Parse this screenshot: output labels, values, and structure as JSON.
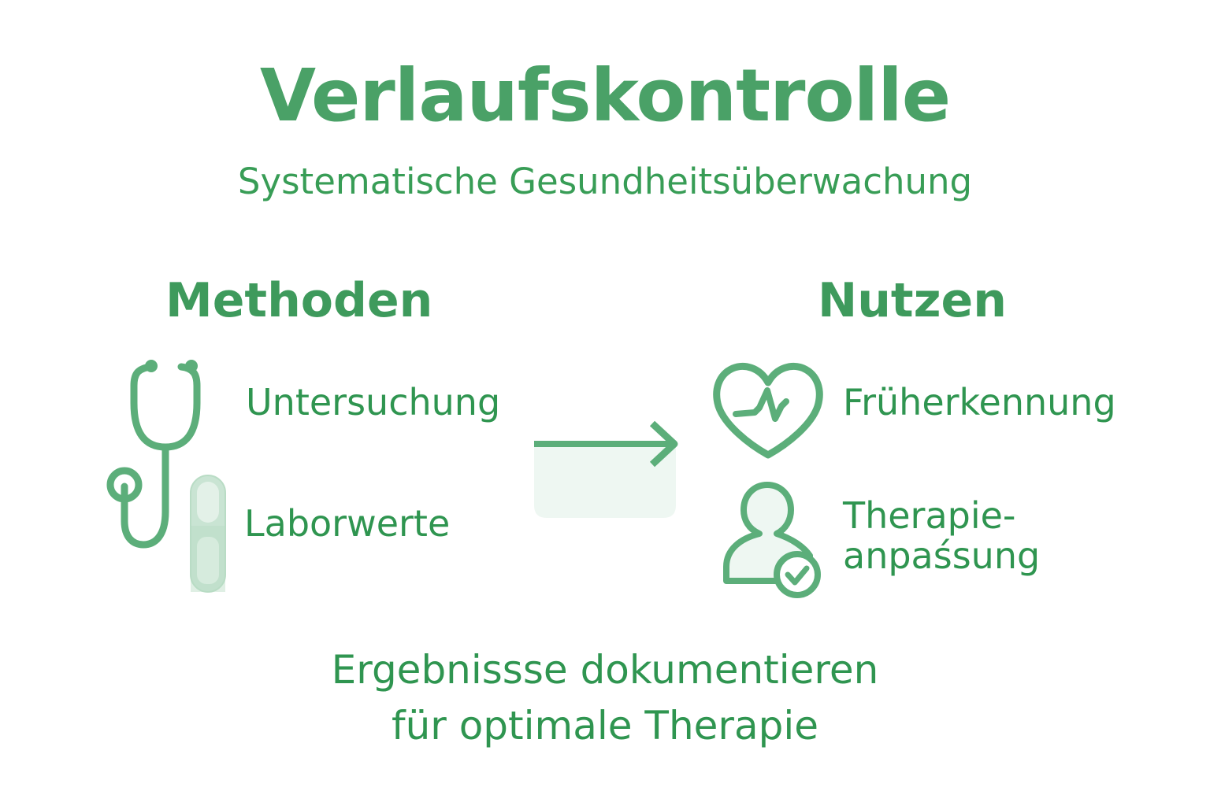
{
  "header": {
    "title": "Verlaufskontrolle",
    "subtitle": "Systematische Gesundheitsüberwachung"
  },
  "methods": {
    "heading": "Methoden",
    "items": [
      {
        "label": "Untersuchung",
        "icon": "stethoscope-icon"
      },
      {
        "label": "Laborwerte",
        "icon": "capsule-icon"
      }
    ]
  },
  "flow": {
    "icon": "arrow-right-icon"
  },
  "benefits": {
    "heading": "Nutzen",
    "items": [
      {
        "label": "Früherkennung",
        "icon": "heart-pulse-icon"
      },
      {
        "label_line1": "Therapie-",
        "label_line2": "anpaśsung",
        "icon": "user-check-icon"
      }
    ]
  },
  "footer": {
    "line1": "Ergebnissse dokumentieren",
    "line2": "für optimale Therapie"
  },
  "colors": {
    "primary_green": "#4aa167",
    "text_green": "#2f9550",
    "icon_stroke": "#5cae7a",
    "light_fill": "#eef7f2",
    "capsule_fill": "#c9e4d3",
    "background": "#ffffff"
  }
}
